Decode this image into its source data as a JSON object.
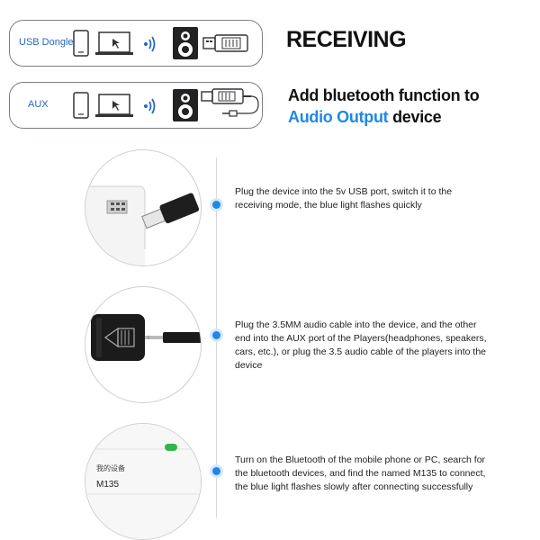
{
  "modes": {
    "usb_label": "USB Dongle",
    "aux_label": "AUX"
  },
  "headings": {
    "receiving": "RECEIVING",
    "line1": "Add bluetooth function to",
    "line2_highlight": "Audio Output",
    "line2_rest": " device"
  },
  "steps": [
    {
      "text": "Plug the device into the 5v USB port, switch it to the receiving mode, the blue light flashes quickly"
    },
    {
      "text": "Plug the 3.5MM audio cable into the device, and the other end into the AUX port of the Players(headphones, speakers, cars, etc.), or plug the 3.5 audio cable of the players into the device"
    },
    {
      "text": "Turn on the Bluetooth of the mobile phone or PC, search for the bluetooth devices, and find the named M135 to connect, the blue light flashes slowly after connecting successfully"
    }
  ],
  "phone_list": {
    "section_label": "我的设备",
    "device_name": "M135"
  },
  "colors": {
    "accent": "#1e88e5",
    "label_blue": "#2a66c4"
  }
}
